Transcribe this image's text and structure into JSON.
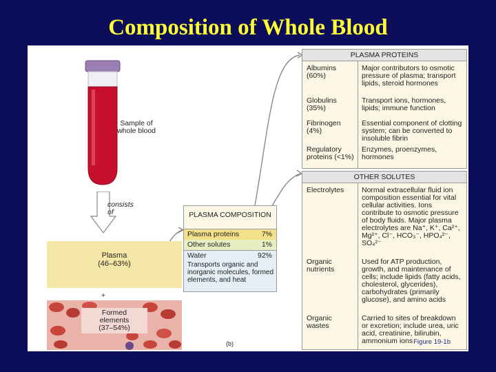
{
  "slide": {
    "title": "Composition of Whole Blood",
    "figure_number": "Figure 19-1b"
  },
  "tube": {
    "sample_label": "Sample of whole blood",
    "consists_of": "consists of"
  },
  "plasma_box": {
    "label": "Plasma",
    "percent": "(46–63%)"
  },
  "formed_box": {
    "plus": "+",
    "label": "Formed elements",
    "percent": "(37–54%)"
  },
  "composition": {
    "title": "PLASMA COMPOSITION",
    "rows": [
      {
        "name": "Plasma proteins",
        "pct": "7%"
      },
      {
        "name": "Other solutes",
        "pct": "1%"
      },
      {
        "name": "Water",
        "pct": "92%"
      }
    ],
    "water_desc": "Transports organic and inorganic molecules, formed elements, and heat",
    "part_label": "(b)"
  },
  "proteins": {
    "title": "PLASMA PROTEINS",
    "rows": [
      {
        "name": "Albumins (60%)",
        "desc": "Major contributors to osmotic pressure of plasma; transport lipids, steroid hormones"
      },
      {
        "name": "Globulins (35%)",
        "desc": "Transport ions, hormones, lipids; immune function"
      },
      {
        "name": "Fibrinogen (4%)",
        "desc": "Essential component of clotting system; can be converted to insoluble fibrin"
      },
      {
        "name": "Regulatory proteins (<1%)",
        "desc": "Enzymes, proenzymes, hormones"
      }
    ]
  },
  "solutes": {
    "title": "OTHER SOLUTES",
    "rows": [
      {
        "name": "Electrolytes",
        "desc": "Normal extracellular fluid ion composition essential for vital cellular activities. Ions contribute to osmotic pressure of body fluids. Major plasma electrolytes are Na⁺, K⁺, Ca²⁺, Mg²⁺, Cl⁻, HCO₃⁻, HPO₄²⁻, SO₄²⁻"
      },
      {
        "name": "Organic nutrients",
        "desc": "Used for ATP production, growth, and maintenance of cells; include lipids (fatty acids, cholesterol, glycerides), carbohydrates (primarily glucose), and amino acids"
      },
      {
        "name": "Organic wastes",
        "desc": "Carried to sites of breakdown or excretion; include urea, uric acid, creatinine, bilirubin, ammonium ions"
      }
    ]
  },
  "colors": {
    "background": "#0b0d5a",
    "title": "#ffff33",
    "plasma": "#f5e7a6",
    "blood": "#c8102e",
    "table_bg": "#fbf7e4",
    "protein_highlight": "#f3e08a",
    "solutes_highlight": "#e6efc2",
    "water_highlight": "#e4eef4"
  }
}
